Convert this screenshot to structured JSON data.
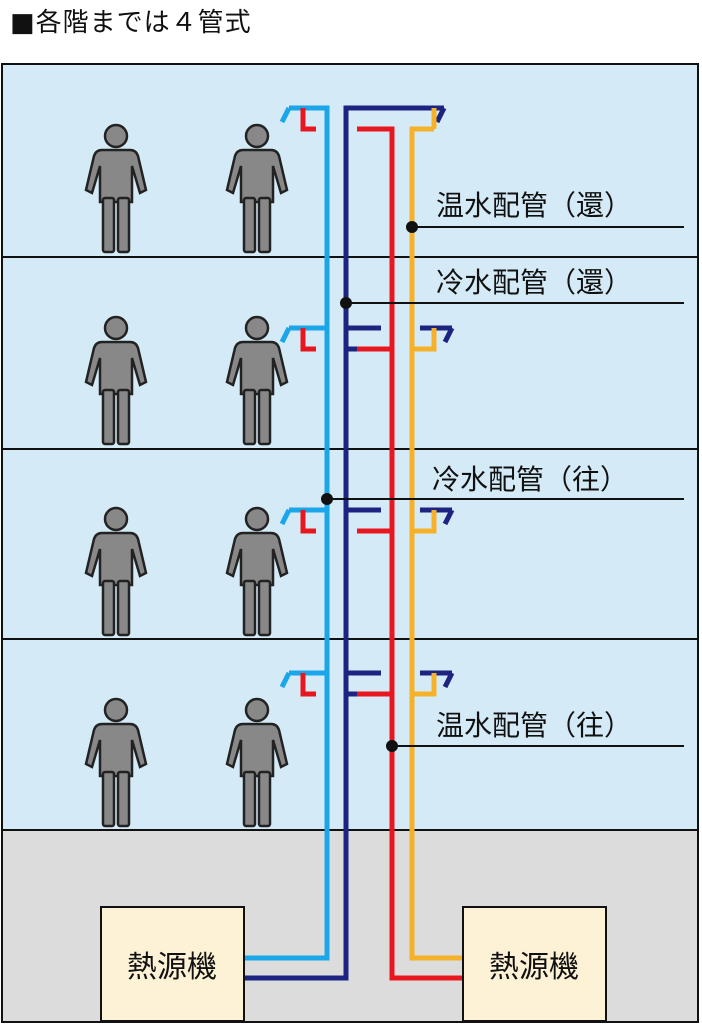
{
  "title": "■各階までは４管式",
  "labels": {
    "hot_return": "温水配管（還）",
    "cold_return": "冷水配管（還）",
    "cold_supply": "冷水配管（往）",
    "hot_supply": "温水配管（往）",
    "heat_source_left": "熱源機",
    "heat_source_right": "熱源機"
  },
  "colors": {
    "floor_fill": "#d4ebf7",
    "basement_fill": "#dcdcdc",
    "box_fill": "#fdf1d6",
    "cold_supply": "#1aa6e8",
    "cold_return": "#1c2380",
    "hot_return": "#f5b12a",
    "hot_supply": "#e8171f",
    "person": "#888888"
  },
  "icons": [
    "person-icon",
    "fan-coil-unit-icon"
  ]
}
